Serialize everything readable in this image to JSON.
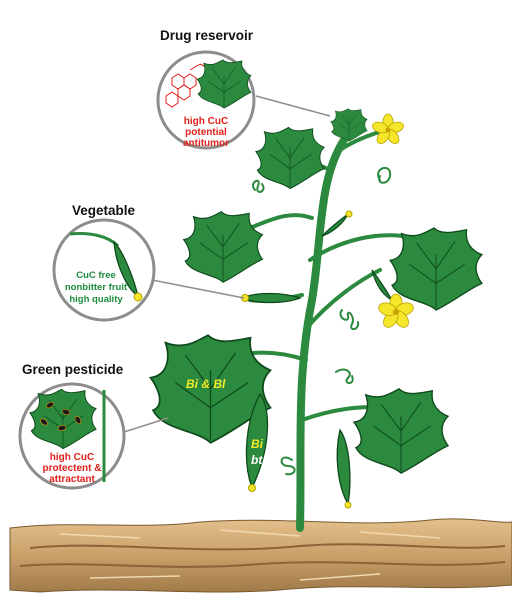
{
  "callouts": {
    "drug": {
      "title": "Drug reservoir",
      "lines": [
        "high CuC",
        "potential",
        "antitumor"
      ]
    },
    "vegetable": {
      "title": "Vegetable",
      "lines": [
        "CuC free",
        "nonbitter fruit",
        "high quality"
      ]
    },
    "pesticide": {
      "title": "Green pesticide",
      "lines": [
        "high CuC",
        "protectent &",
        "attractant"
      ]
    }
  },
  "plant_labels": {
    "leaf": "Bi & Bl",
    "fruit_bi": "Bi",
    "fruit_bt": "bt"
  },
  "colors": {
    "plant": "#2b8a3e",
    "outline": "#0e4a1c",
    "flower": "#f5e62a",
    "red_text": "#e0201a",
    "green_text": "#1c8b3c",
    "soil": "#c9a06a"
  }
}
